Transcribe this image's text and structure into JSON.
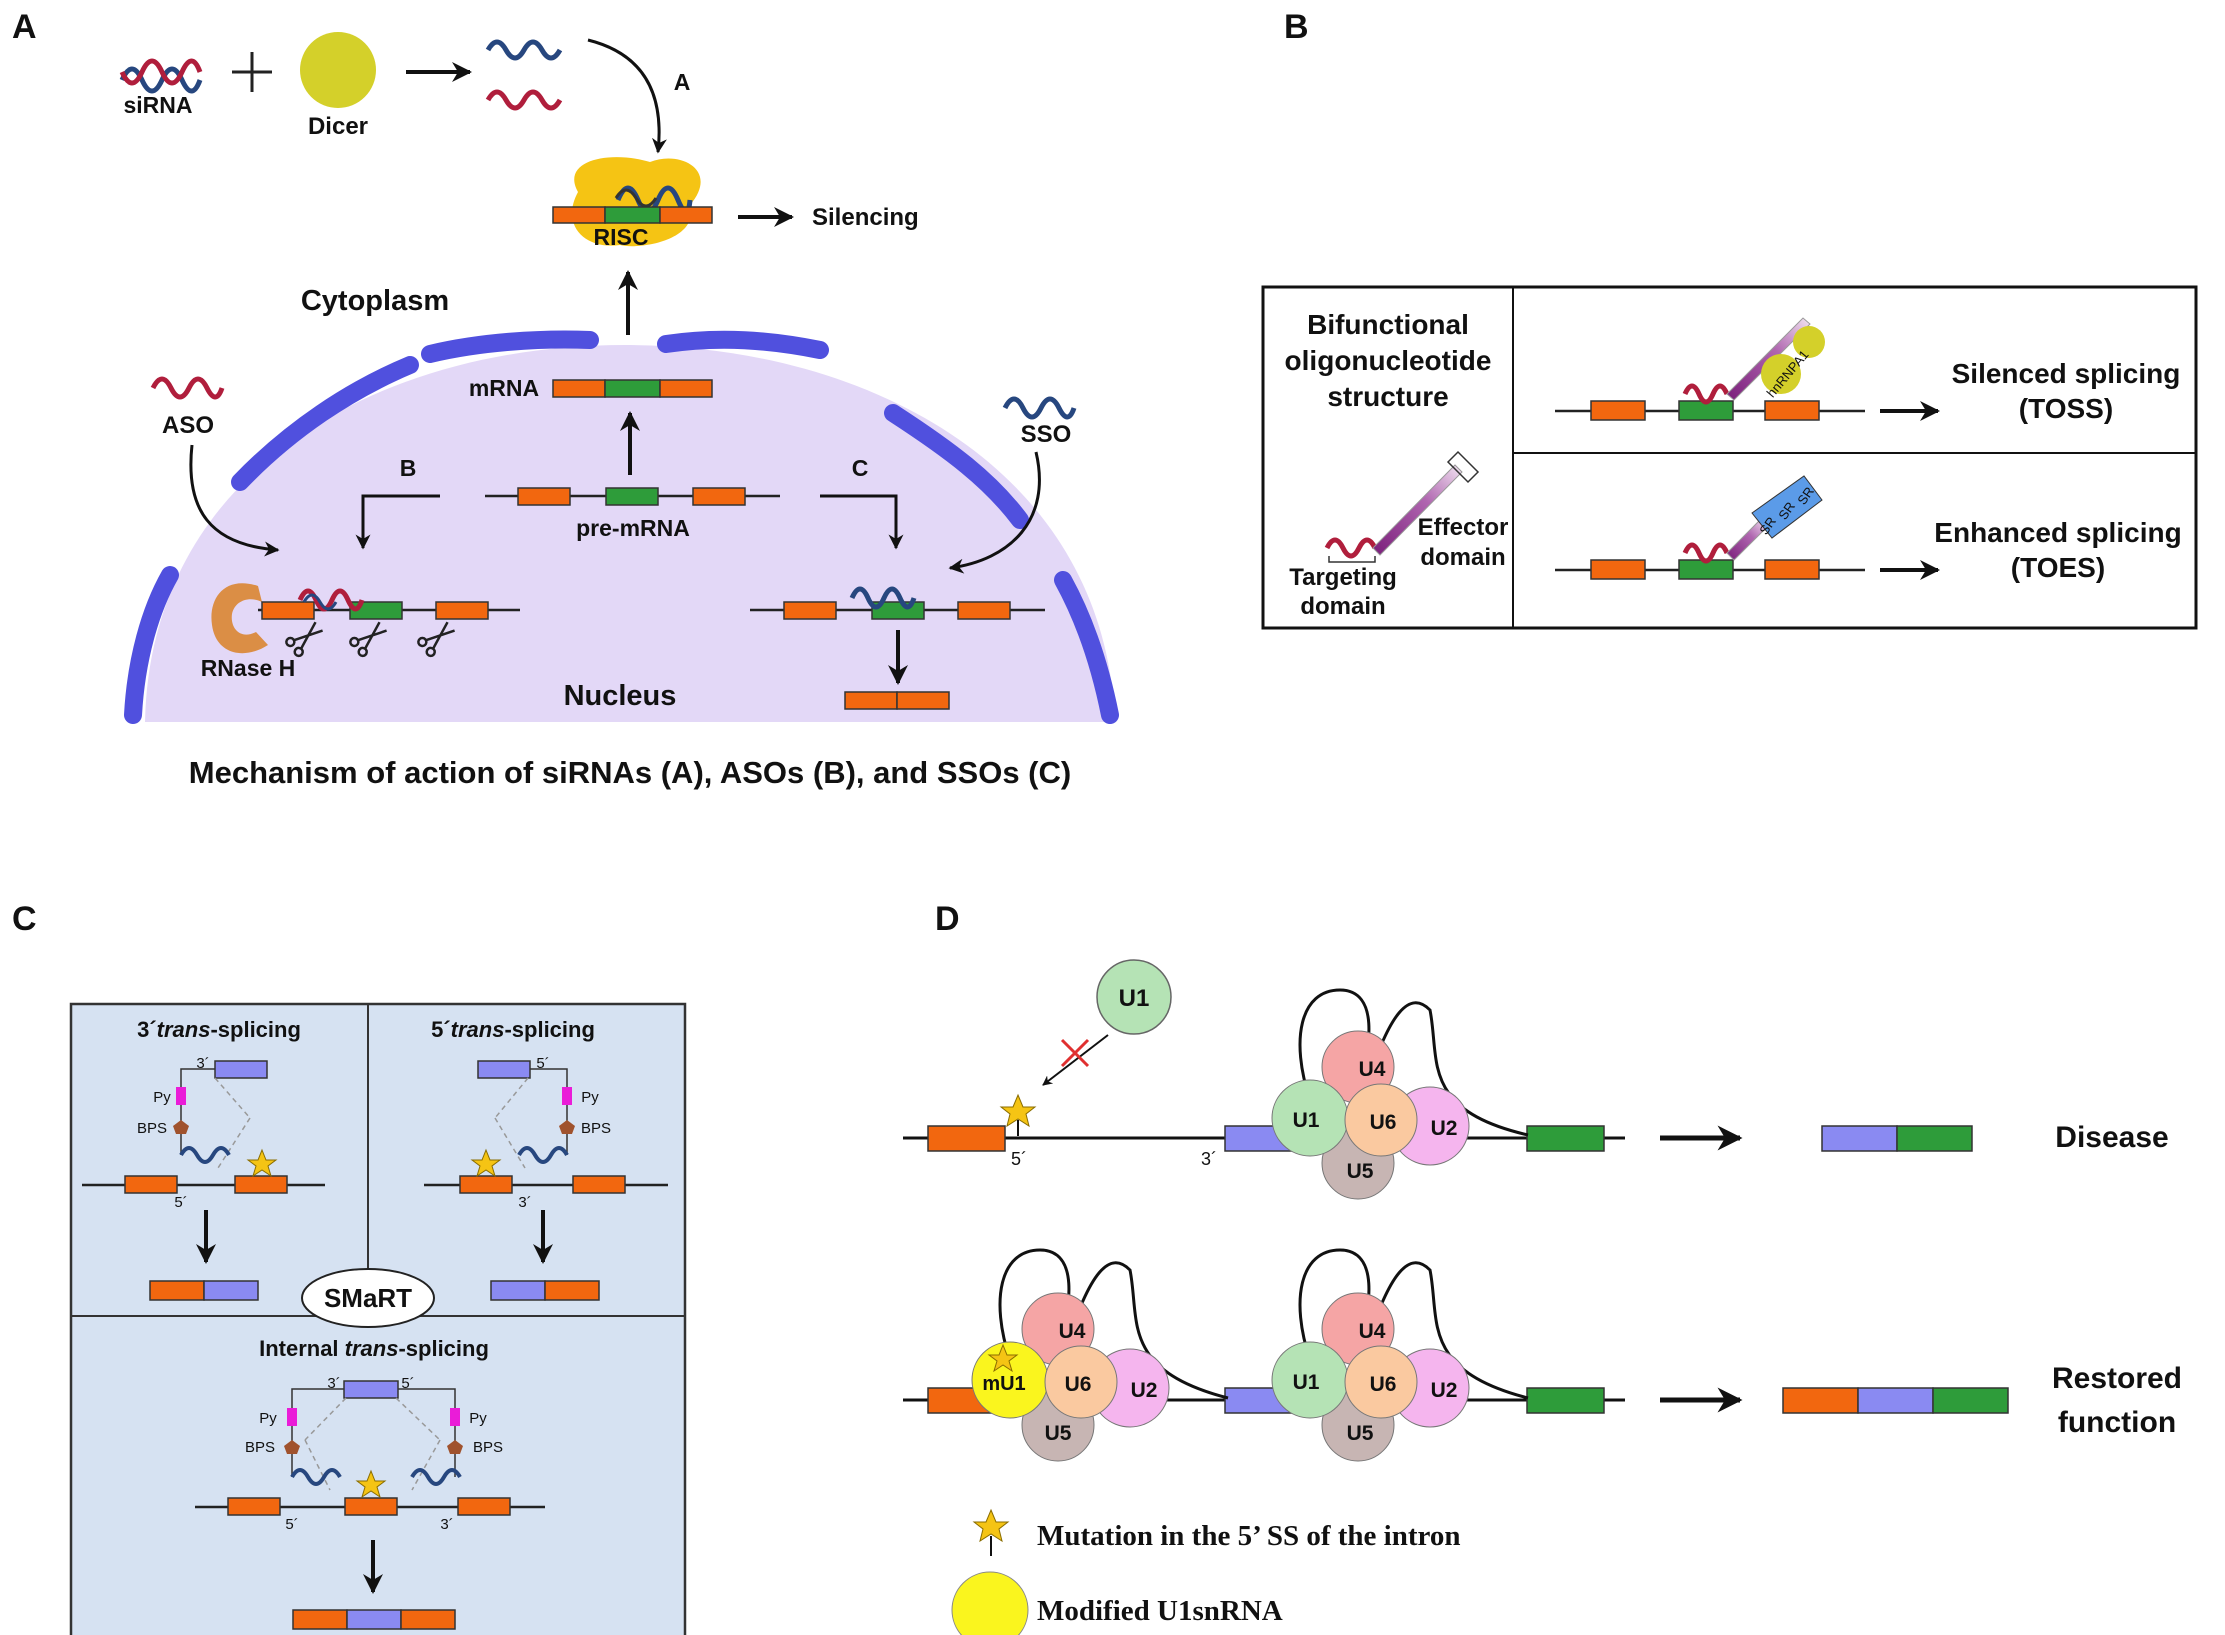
{
  "colors": {
    "exon_orange": "#F2670F",
    "exon_green": "#2E9C3A",
    "exon_blue": "#8A8AF2",
    "nucleus_fill": "#E3D8F7",
    "membrane": "#5050DE",
    "panel_c_fill": "#D6E2F2",
    "dicer": "#D4D02A",
    "risc": "#F5C414",
    "rnaseh": "#DB8E45",
    "rna_red": "#B01E3C",
    "rna_blue": "#27477F",
    "py_magenta": "#EA1CD8",
    "bps_brown": "#A0522D",
    "u1": "#B5E3B5",
    "u4": "#F5A5A5",
    "u6": "#FAC9A0",
    "u2": "#F5B5EE",
    "u5": "#C7B5B3",
    "mu1": "#FAF51E",
    "star": "#F5C414"
  },
  "panelA": {
    "letter": "A",
    "sirna": "siRNA",
    "dicer": "Dicer",
    "path_a": "A",
    "path_b": "B",
    "path_c": "C",
    "risc": "RISC",
    "silencing": "Silencing",
    "cytoplasm": "Cytoplasm",
    "mrna": "mRNA",
    "premrna": "pre-mRNA",
    "aso": "ASO",
    "sso": "SSO",
    "rnaseh": "RNase H",
    "nucleus": "Nucleus",
    "caption": "Mechanism of action of siRNAs (A), ASOs (B), and SSOs (C)"
  },
  "panelB": {
    "letter": "B",
    "structure_lines": [
      "Bifunctional",
      "oligonucleotide",
      "structure"
    ],
    "effector_lines": [
      "Effector",
      "domain"
    ],
    "targeting_lines": [
      "Targeting",
      "domain"
    ],
    "hnrnpa1": "hnRNPA1",
    "sr": [
      "SR",
      "SR",
      "SR"
    ],
    "silenced_lines": [
      "Silenced splicing",
      "(TOSS)"
    ],
    "enhanced_lines": [
      "Enhanced splicing",
      "(TOES)"
    ]
  },
  "panelC": {
    "letter": "C",
    "title_3_pre": "3´",
    "title_3_it": "trans",
    "title_3_post": "-splicing",
    "title_5_pre": "5´",
    "title_5_it": "trans",
    "title_5_post": "-splicing",
    "title_int_pre": "Internal ",
    "title_int_it": "trans",
    "title_int_post": "-splicing",
    "smart": "SMaRT",
    "py": "Py",
    "bps": "BPS",
    "three_prime": "3´",
    "five_prime": "5´"
  },
  "panelD": {
    "letter": "D",
    "u1": "U1",
    "u4": "U4",
    "u6": "U6",
    "u2": "U2",
    "u5": "U5",
    "mu1": "mU1",
    "five_prime": "5´",
    "three_prime": "3´",
    "disease": "Disease",
    "restored_lines": [
      "Restored",
      "function"
    ],
    "legend_mutation": "Mutation in the 5’ SS of the intron",
    "legend_modified": "Modified U1snRNA"
  }
}
